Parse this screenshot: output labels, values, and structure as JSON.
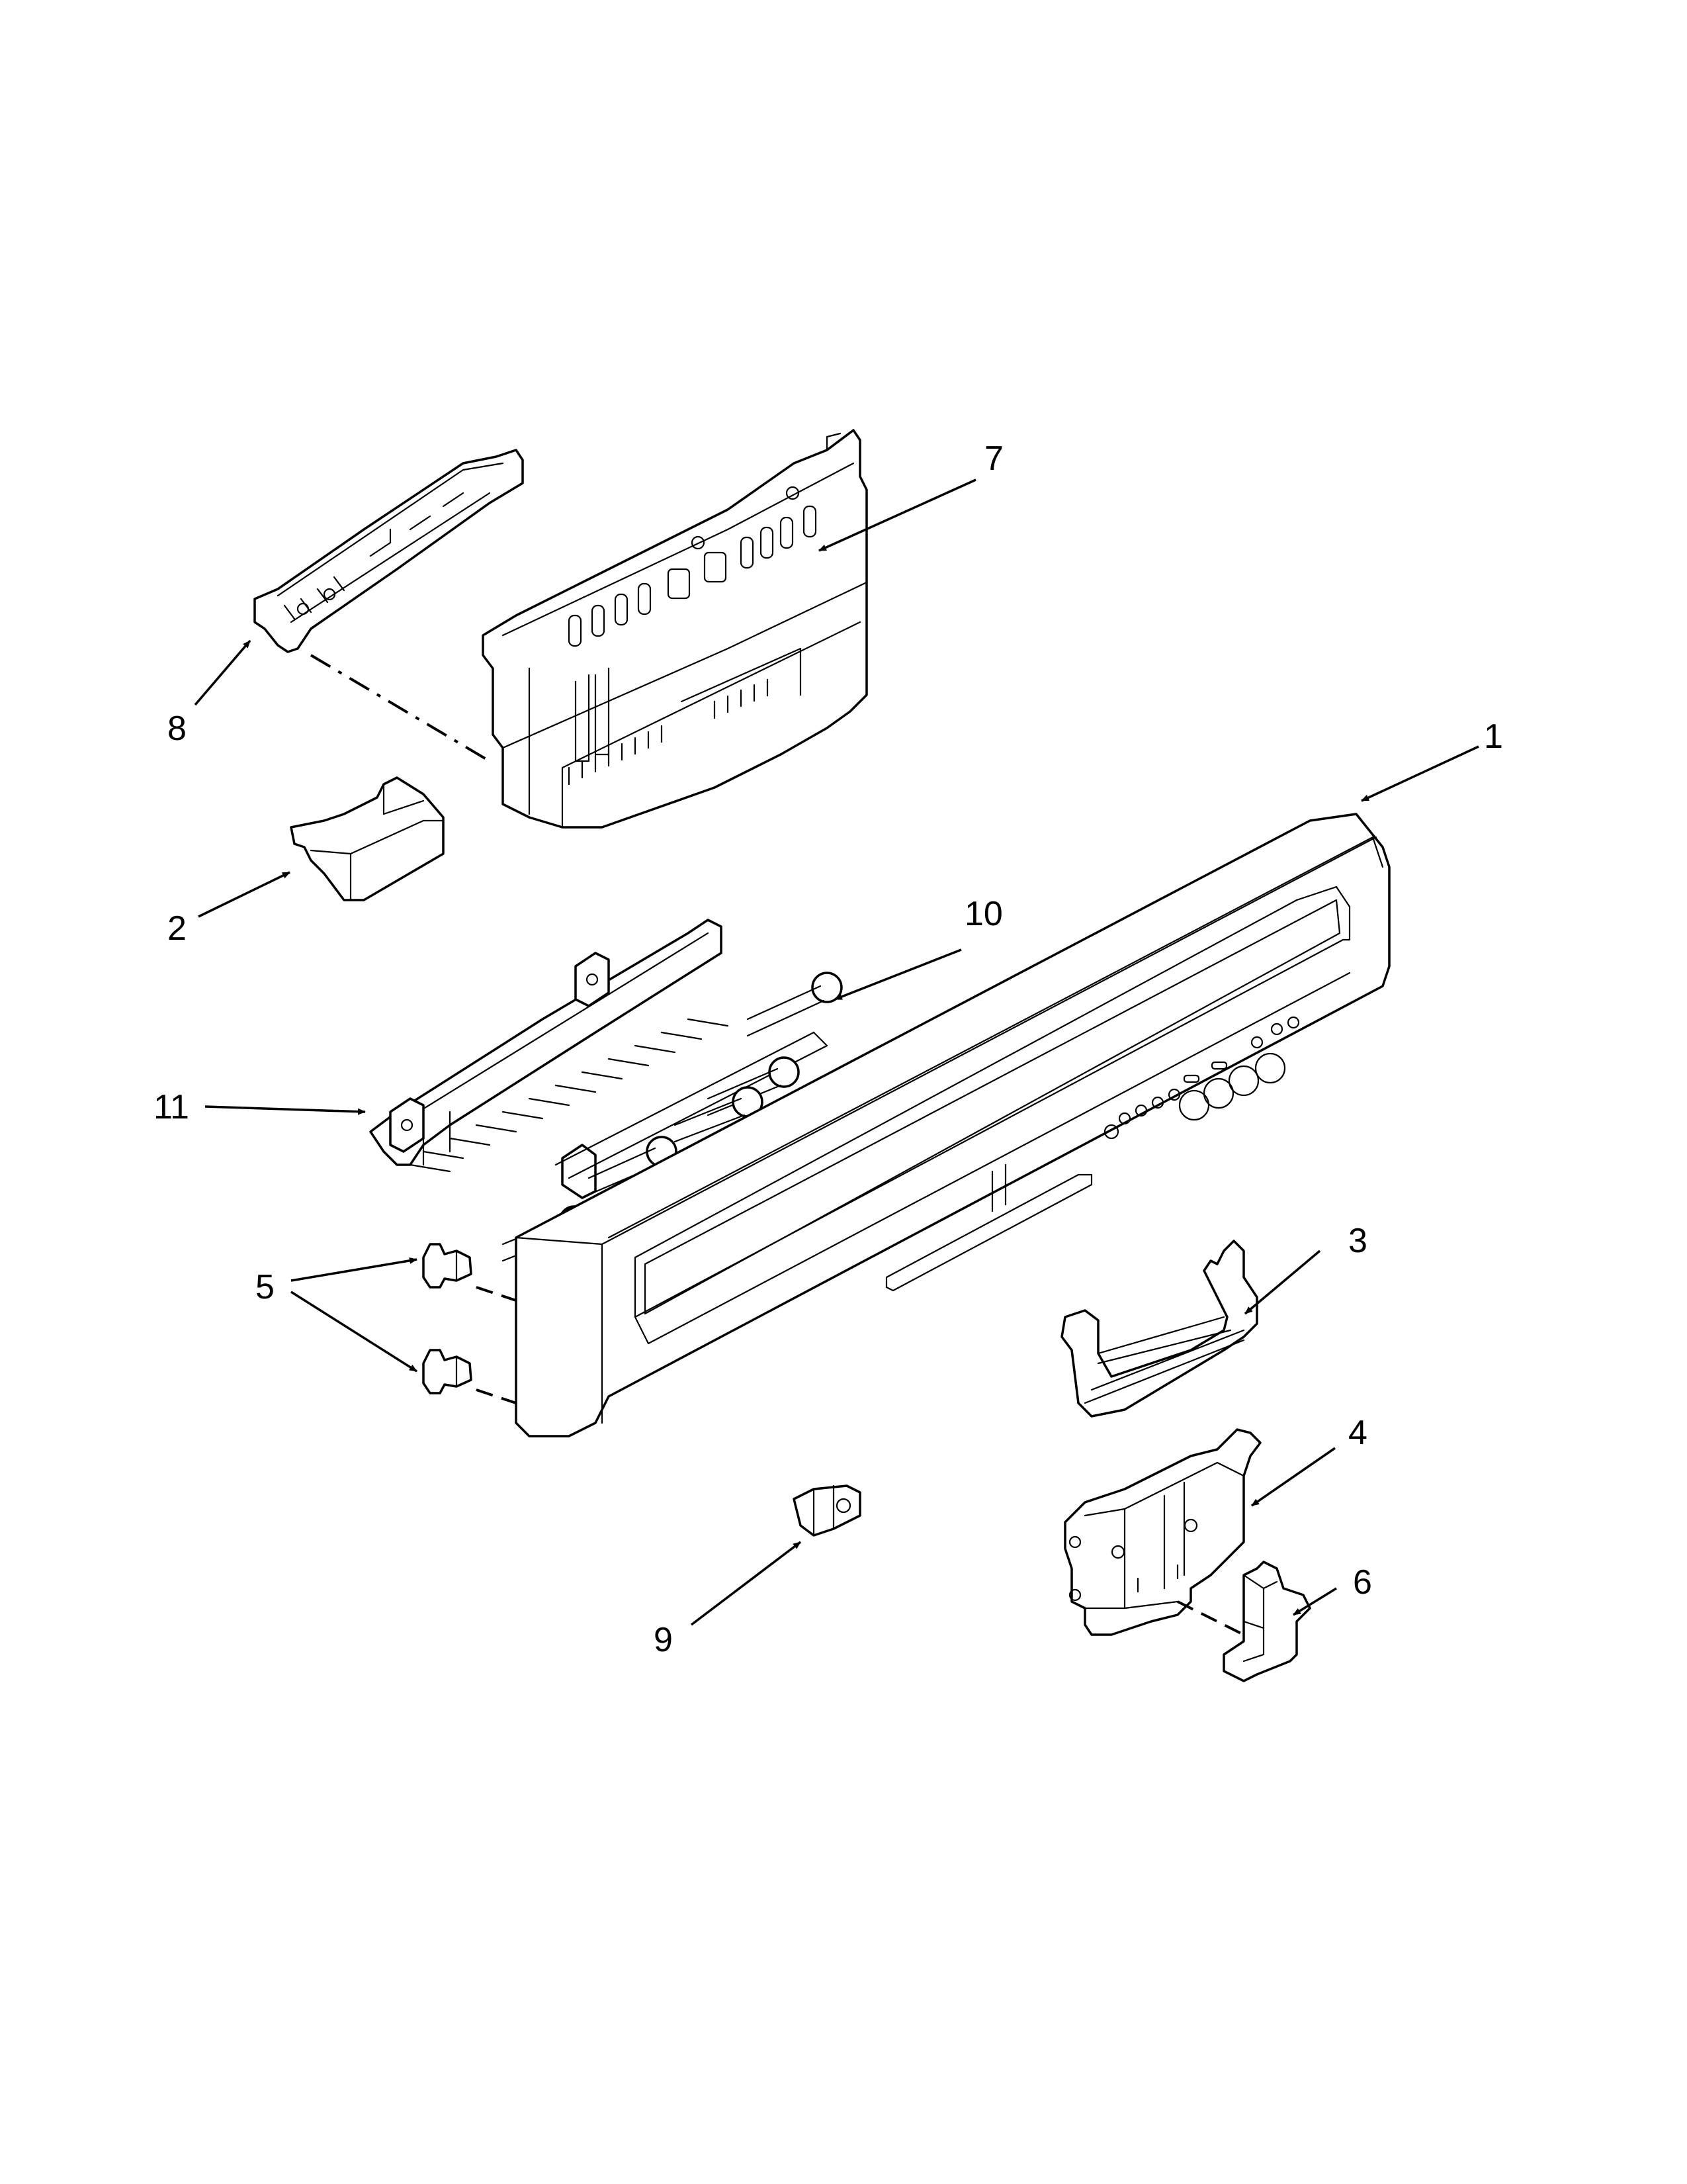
{
  "callouts": {
    "part_1": "1",
    "part_2": "2",
    "part_3": "3",
    "part_4": "4",
    "part_5": "5",
    "part_6": "6",
    "part_7": "7",
    "part_8": "8",
    "part_9": "9",
    "part_10": "10",
    "part_11": "11"
  },
  "colors": {
    "line": "#000000",
    "background": "#ffffff"
  }
}
